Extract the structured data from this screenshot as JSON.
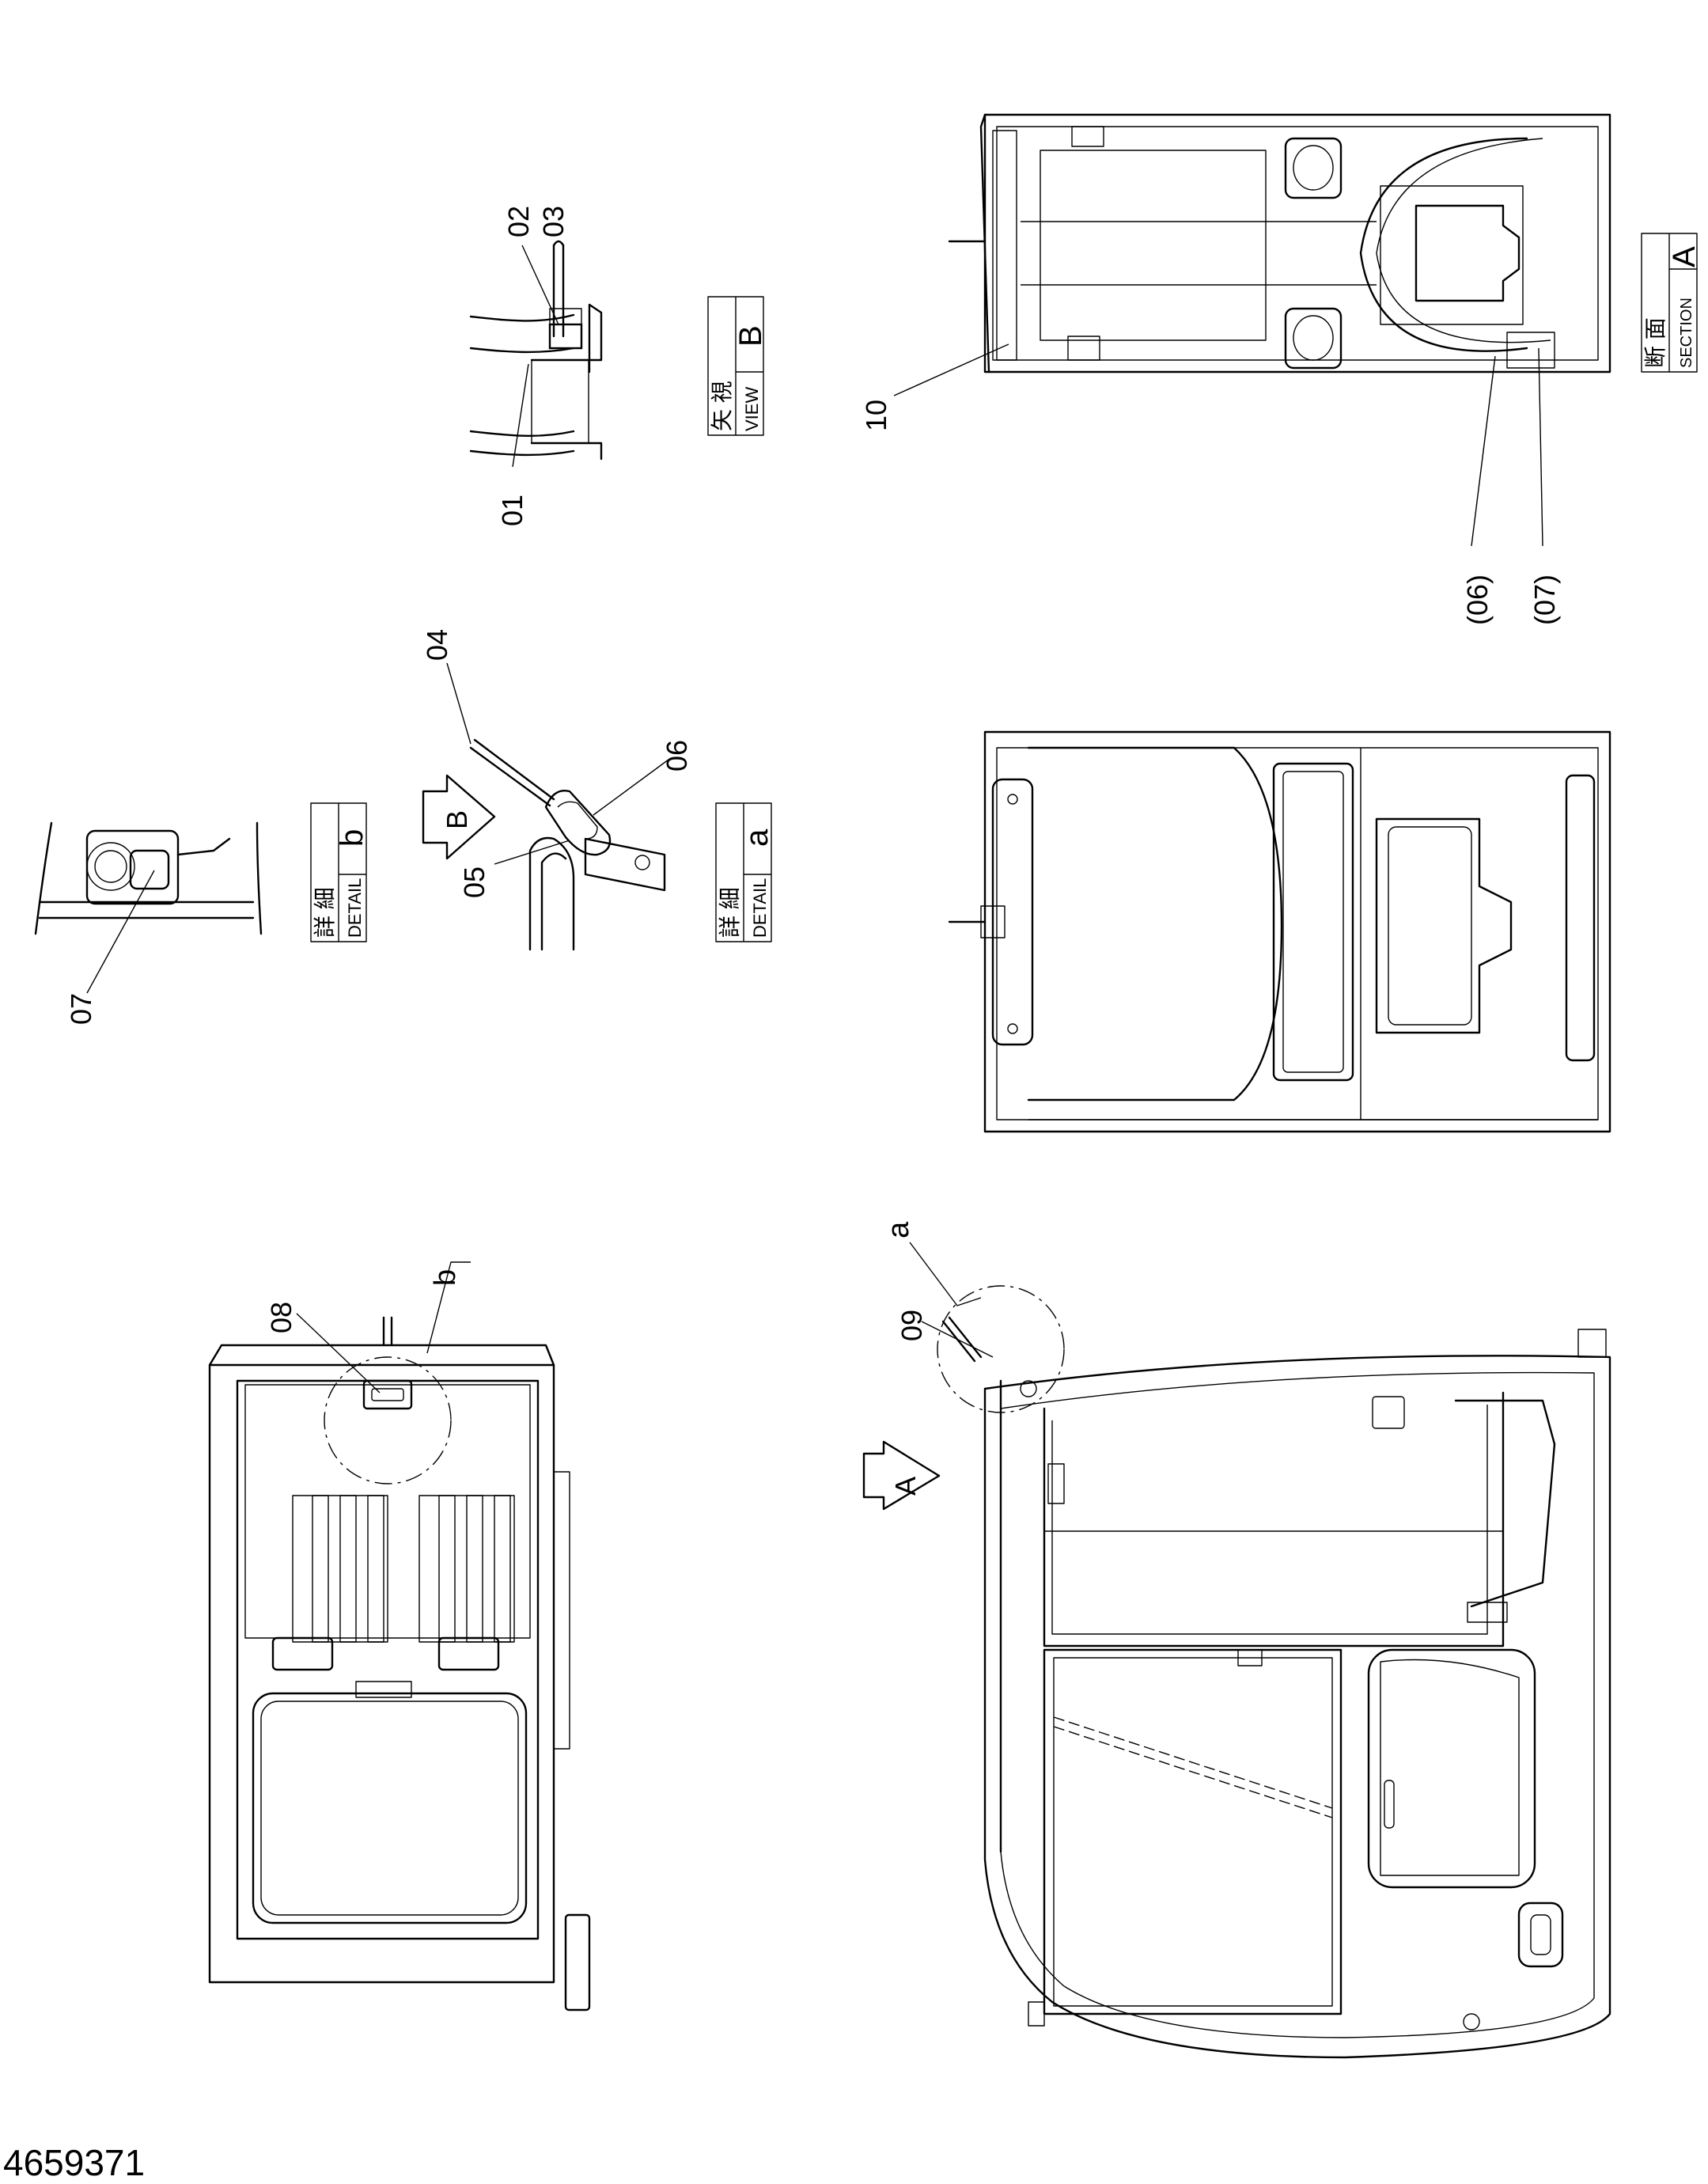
{
  "drawing_number": "4659371",
  "callouts": {
    "c01": "01",
    "c02": "02",
    "c03": "03",
    "c04": "04",
    "c05": "05",
    "c06": "06",
    "c07": "07",
    "c08": "08",
    "c09": "09",
    "c10": "10",
    "c06_ref": "(06)",
    "c07_ref": "(07)"
  },
  "view_letters": {
    "view_b_arrow": "B",
    "section_a_arrow": "A",
    "detail_a_ref": "a",
    "detail_b_ref": "b"
  },
  "labels": {
    "view_b": {
      "jp": "矢 視",
      "en": "VIEW",
      "letter": "B"
    },
    "section_a": {
      "jp": "断 面",
      "en": "SECTION",
      "letter": "A"
    },
    "detail_a": {
      "jp": "詳 細",
      "en": "DETAIL",
      "letter": "a"
    },
    "detail_b": {
      "jp": "詳 細",
      "en": "DETAIL",
      "letter": "b"
    }
  }
}
